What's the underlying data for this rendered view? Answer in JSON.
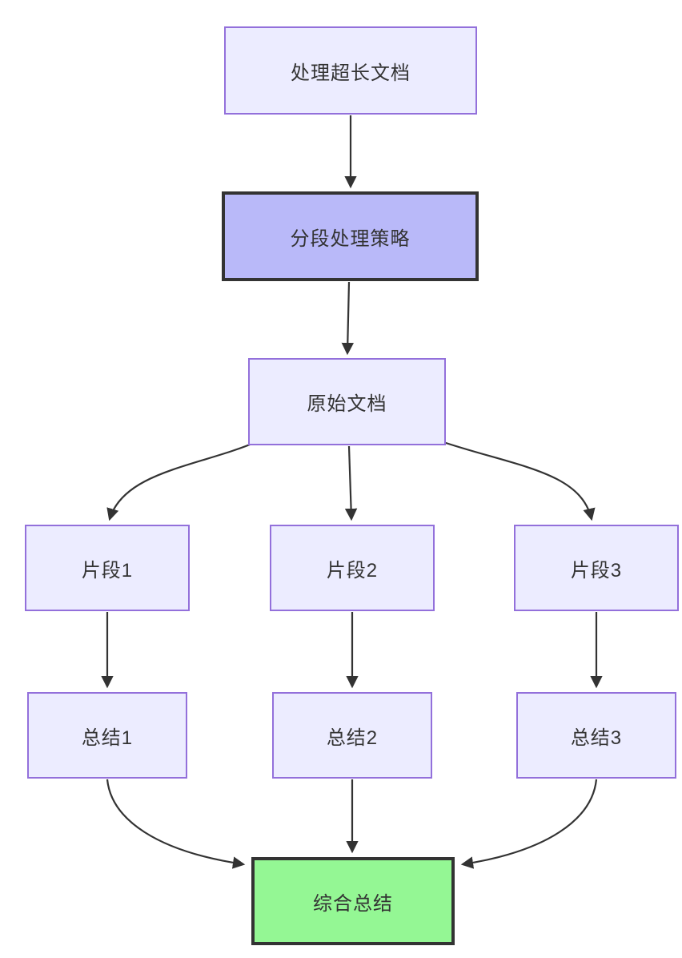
{
  "diagram": {
    "type": "flowchart",
    "direction": "top-down",
    "colors": {
      "background": "#ffffff",
      "node_fill": "#ECECFF",
      "node_border": "#9370DB",
      "emphasis_fill": "#b9b9f9",
      "emphasis_border": "#333333",
      "success_fill": "#94f794",
      "success_border": "#333333",
      "edge": "#333333",
      "text": "#333333"
    },
    "nodes": [
      {
        "id": "A",
        "label": "处理超长文档",
        "style": "light"
      },
      {
        "id": "B",
        "label": "分段处理策略",
        "style": "emphasis"
      },
      {
        "id": "C",
        "label": "原始文档",
        "style": "light"
      },
      {
        "id": "D",
        "label": "片段1",
        "style": "light"
      },
      {
        "id": "E",
        "label": "片段2",
        "style": "light"
      },
      {
        "id": "F",
        "label": "片段3",
        "style": "light"
      },
      {
        "id": "G",
        "label": "总结1",
        "style": "light"
      },
      {
        "id": "H",
        "label": "总结2",
        "style": "light"
      },
      {
        "id": "I",
        "label": "总结3",
        "style": "light"
      },
      {
        "id": "J",
        "label": "综合总结",
        "style": "success"
      }
    ],
    "edges": [
      {
        "from": "A",
        "to": "B"
      },
      {
        "from": "B",
        "to": "C"
      },
      {
        "from": "C",
        "to": "D"
      },
      {
        "from": "C",
        "to": "E"
      },
      {
        "from": "C",
        "to": "F"
      },
      {
        "from": "D",
        "to": "G"
      },
      {
        "from": "E",
        "to": "H"
      },
      {
        "from": "F",
        "to": "I"
      },
      {
        "from": "G",
        "to": "J"
      },
      {
        "from": "H",
        "to": "J"
      },
      {
        "from": "I",
        "to": "J"
      }
    ]
  }
}
